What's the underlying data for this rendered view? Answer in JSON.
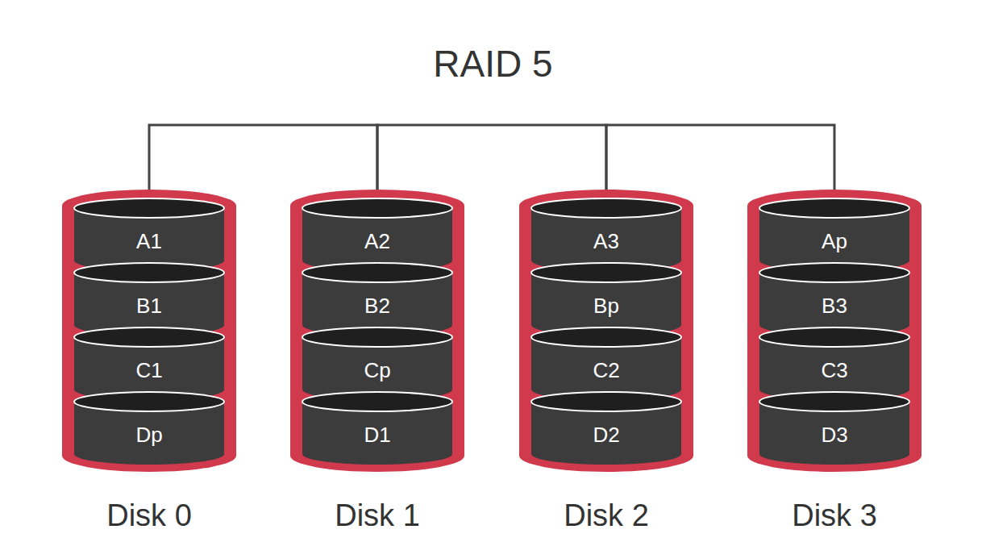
{
  "diagram": {
    "title": "RAID 5",
    "nodes": [
      {
        "text": [
          "Disk 0"
        ]
      },
      {
        "text": [
          "A1"
        ],
        "in": 0
      },
      {
        "text": [
          "B1"
        ],
        "in": 0
      },
      {
        "text": [
          "C1"
        ],
        "in": 0
      },
      {
        "text": [
          "Dp"
        ],
        "in": 0
      },
      {
        "text": [
          "Disk 1"
        ]
      },
      {
        "text": [
          "A2"
        ],
        "in": 5
      },
      {
        "text": [
          "B2"
        ],
        "in": 5
      },
      {
        "text": [
          "Cp"
        ],
        "in": 5
      },
      {
        "text": [
          "D1"
        ],
        "in": 5
      },
      {
        "text": [
          "Disk 2"
        ]
      },
      {
        "text": [
          "A3"
        ],
        "in": 10
      },
      {
        "text": [
          "Bp"
        ],
        "in": 10
      },
      {
        "text": [
          "C2"
        ],
        "in": 10
      },
      {
        "text": [
          "D2"
        ],
        "in": 10
      },
      {
        "text": [
          "Disk 3"
        ]
      },
      {
        "text": [
          "Ap"
        ],
        "in": 15
      },
      {
        "text": [
          "B3"
        ],
        "in": 15
      },
      {
        "text": [
          "C3"
        ],
        "in": 15
      },
      {
        "text": [
          "D3"
        ],
        "in": 15
      }
    ],
    "edges": [
      {
        "from": 0,
        "to": 5,
        "arrow": "none"
      },
      {
        "from": 5,
        "to": 10,
        "arrow": "none"
      },
      {
        "from": 10,
        "to": 15,
        "arrow": "none"
      }
    ]
  }
}
